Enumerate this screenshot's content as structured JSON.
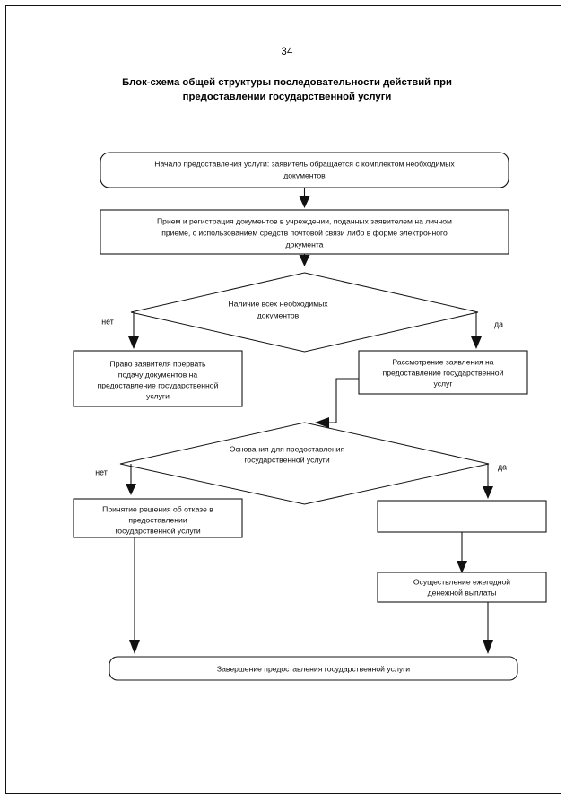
{
  "document": {
    "page_number": "34",
    "title_line_1": "Блок-схема общей структуры последовательности действий при",
    "title_line_2": "предоставлении государственной услуги"
  },
  "colors": {
    "ink": "#141414",
    "paper": "#ffffff",
    "frame": "#121212"
  },
  "flowchart": {
    "type": "flowchart",
    "nodes": [
      {
        "id": "start",
        "shape": "rounded-rectangle",
        "lines": [
          "Начало предоставления услуги: заявитель обращается с комплектом необходимых",
          "документов"
        ]
      },
      {
        "id": "reception",
        "shape": "rectangle",
        "lines": [
          "Прием и регистрация документов в учреждении, поданных заявителем на личном",
          "приеме, с использованием средств почтовой связи либо в форме электронного",
          "документа"
        ]
      },
      {
        "id": "decision-documents",
        "shape": "diamond",
        "lines": [
          "Наличие всех необходимых",
          "документов"
        ]
      },
      {
        "id": "applicant-right-interrupt",
        "shape": "rectangle",
        "lines": [
          "Право заявителя прервать",
          "подачу документов на",
          "предоставление государственной",
          "услуги"
        ]
      },
      {
        "id": "application-review",
        "shape": "rectangle",
        "lines": [
          "Рассмотрение заявления на",
          "предоставление государственной",
          "услуг"
        ]
      },
      {
        "id": "decision-grounds",
        "shape": "diamond",
        "lines": [
          "Основания для предоставления",
          "государственной услуги"
        ]
      },
      {
        "id": "refusal-decision",
        "shape": "rectangle",
        "lines": [
          "Принятие решения об отказе в",
          "предоставлении",
          "государственной услуги"
        ]
      },
      {
        "id": "empty-box",
        "shape": "rectangle",
        "lines": []
      },
      {
        "id": "annual-payment",
        "shape": "rectangle",
        "lines": [
          "Осуществление ежегодной",
          "денежной выплаты"
        ]
      },
      {
        "id": "end",
        "shape": "rounded-rectangle",
        "lines": [
          "Завершение предоставления государственной услуги"
        ]
      }
    ],
    "branch_labels": {
      "decision_documents_no": "нет",
      "decision_documents_yes": "да",
      "decision_grounds_no": "нет",
      "decision_grounds_yes": "да"
    },
    "edges": [
      {
        "from": "start",
        "to": "reception",
        "label": ""
      },
      {
        "from": "reception",
        "to": "decision-documents",
        "label": ""
      },
      {
        "from": "decision-documents",
        "to": "applicant-right-interrupt",
        "label": "нет"
      },
      {
        "from": "decision-documents",
        "to": "application-review",
        "label": "да"
      },
      {
        "from": "application-review",
        "to": "decision-grounds",
        "label": ""
      },
      {
        "from": "decision-grounds",
        "to": "refusal-decision",
        "label": "нет"
      },
      {
        "from": "decision-grounds",
        "to": "empty-box",
        "label": "да"
      },
      {
        "from": "empty-box",
        "to": "annual-payment",
        "label": ""
      },
      {
        "from": "refusal-decision",
        "to": "end",
        "label": ""
      },
      {
        "from": "annual-payment",
        "to": "end",
        "label": ""
      }
    ]
  }
}
